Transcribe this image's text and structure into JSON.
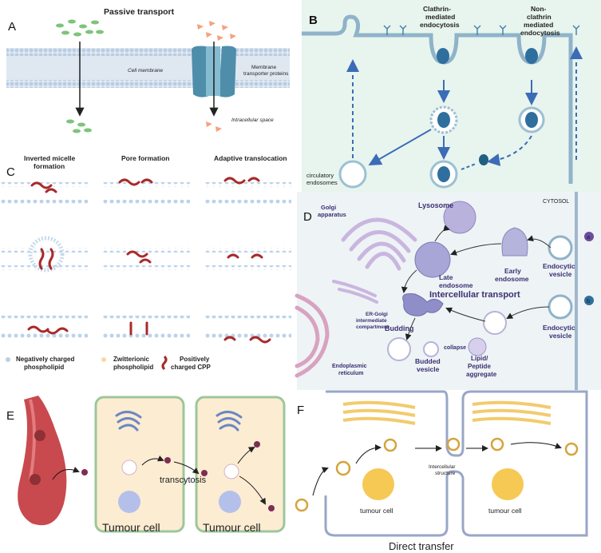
{
  "panel_a": {
    "letter": "A",
    "title": "Passive transport",
    "membrane_label": "Cell membrane",
    "transporter_label_1": "Membrane",
    "transporter_label_2": "transporter proteins",
    "intracellular_label": "Intracellular space"
  },
  "panel_b": {
    "letter": "B",
    "clathrin_1": "Clathrin-",
    "clathrin_2": "mediated",
    "clathrin_3": "endocytosis",
    "nonclathrin_1": "Non-",
    "nonclathrin_2": "clathrin",
    "nonclathrin_3": "mediated",
    "nonclathrin_4": "endocytosis",
    "endosome_1": "circulatory",
    "endosome_2": "endosomes"
  },
  "panel_c": {
    "letter": "C",
    "col1_1": "Inverted micelle",
    "col1_2": "formation",
    "col2": "Pore formation",
    "col3": "Adaptive translocation",
    "legend_neg_1": "Negatively charged",
    "legend_neg_2": "phospholipid",
    "legend_zw_1": "Zwitterionic",
    "legend_zw_2": "phospholipid",
    "legend_pos_1": "Positively",
    "legend_pos_2": "charged CPP"
  },
  "panel_d": {
    "letter": "D",
    "cytosol": "CYTOSOL",
    "golgi_1": "Golgi",
    "golgi_2": "apparatus",
    "lysosome": "Lysosome",
    "late_1": "Late",
    "late_2": "endosome",
    "early_1": "Early",
    "early_2": "endosome",
    "endo_a_1": "Endocytic",
    "endo_a_2": "vesicle",
    "endo_b_1": "Endocytic",
    "endo_b_2": "vesicle",
    "ergolgi_1": "ER-Golgi",
    "ergolgi_2": "intermediate",
    "ergolgi_3": "compartment",
    "intercellular": "Intercellular transport",
    "budding": "Budding",
    "budded_1": "Budded",
    "budded_2": "vesicle",
    "collapse": "collapse",
    "lipid_1": "Lipid/",
    "lipid_2": "Peptide",
    "lipid_3": "aggregate",
    "er_1": "Endoplasmic",
    "er_2": "reticulum",
    "marker_a": "a",
    "marker_b": "b"
  },
  "panel_e": {
    "letter": "E",
    "transcytosis": "transcytosis",
    "tumour_1": "Tumour cell",
    "tumour_2": "Tumour cell"
  },
  "panel_f": {
    "letter": "F",
    "intercellular_1": "Intercellular",
    "intercellular_2": "structure",
    "tumour_1": "tumour cell",
    "tumour_2": "tumour cell",
    "caption": "Direct transfer"
  },
  "colors": {
    "panel_b_bg": "#e8f4ee",
    "panel_d_bg": "#eef3f5",
    "vesicle_blue": "#2f6f9e",
    "endocytosis_arrow": "#3b6cb7",
    "membrane_blue": "#9bb9d6",
    "tumour_cell_fill": "#fcecd2",
    "tumour_cell_stroke": "#9cc79b",
    "blood_vessel": "#c84a4e",
    "cpp_red": "#a82a2a",
    "purple_organelle": "#8f7ec0",
    "tumour_nucleus": "#f6c955"
  }
}
